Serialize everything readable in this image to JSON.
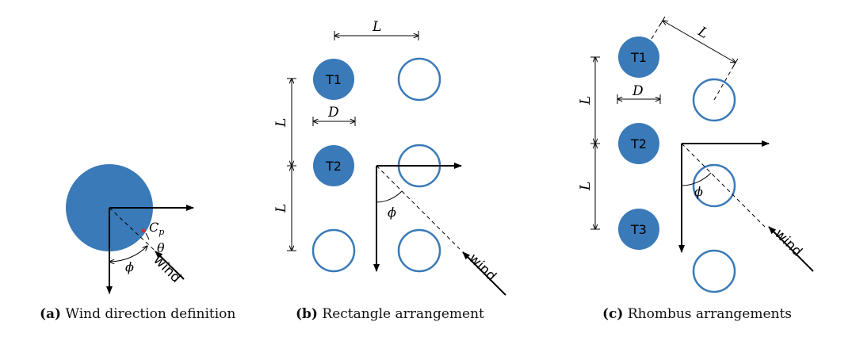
{
  "colors": {
    "fill": "#3a7ab8",
    "stroke": "#3a7ab8",
    "ink": "#000000",
    "marker": "#d0302b"
  },
  "panel_a": {
    "labels": {
      "cp": "C",
      "cp_sub": "p",
      "theta": "θ",
      "phi": "ϕ",
      "wind": "wind"
    },
    "caption_tag": "(a)",
    "caption_text": "Wind direction definition"
  },
  "panel_b": {
    "labels": {
      "L_top": "L",
      "L_mid": "L",
      "L_low": "L",
      "D": "D",
      "phi": "ϕ",
      "wind": "wind",
      "T1": "T1",
      "T2": "T2"
    },
    "caption_tag": "(b)",
    "caption_text": "Rectangle arrangement"
  },
  "panel_c": {
    "labels": {
      "L_diag": "L",
      "L_upper": "L",
      "L_lower": "L",
      "D": "D",
      "phi": "ϕ",
      "wind": "wind",
      "T1": "T1",
      "T2": "T2",
      "T3": "T3"
    },
    "caption_tag": "(c)",
    "caption_text": "Rhombus arrangements"
  }
}
